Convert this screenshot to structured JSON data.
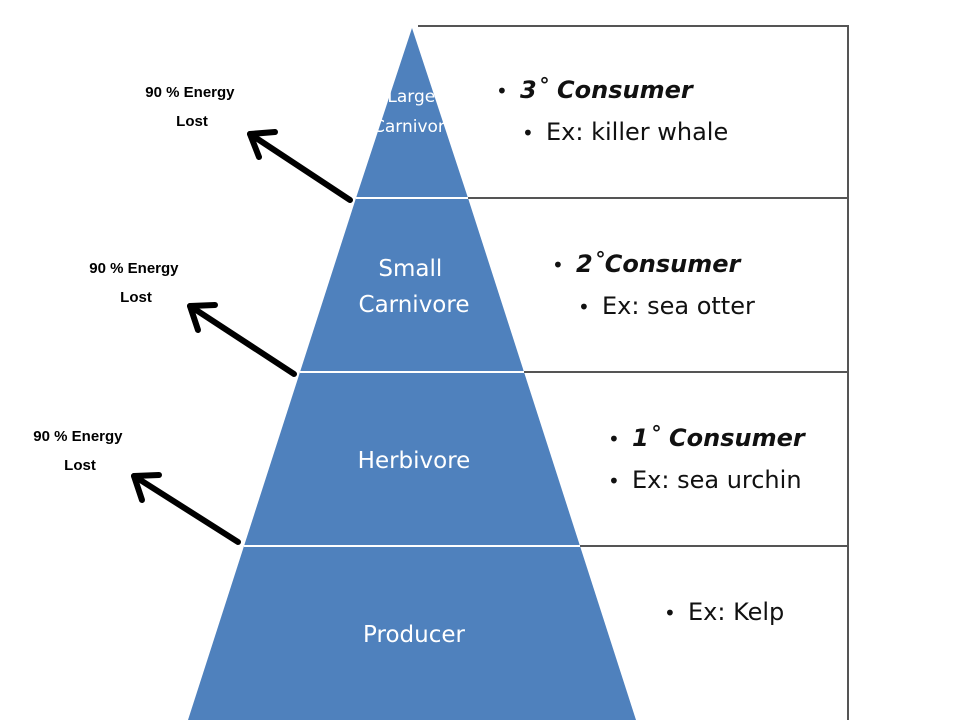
{
  "colors": {
    "tier_fill": "#4f81bd",
    "tier_divider": "#ffffff",
    "box_border": "#555555",
    "arrow": "#000000",
    "label_text": "#ffffff",
    "body_text": "#111111"
  },
  "levels": [
    {
      "label_lines": [
        "Large",
        "Carnivore"
      ],
      "bullets": [
        {
          "text": "3˚ Consumer",
          "style": "bold-italic"
        },
        {
          "text": "Ex: killer whale",
          "style": "normal"
        }
      ]
    },
    {
      "label_lines": [
        "Small",
        "Carnivore"
      ],
      "bullets": [
        {
          "text": "2˚Consumer",
          "style": "bold-italic"
        },
        {
          "text": "Ex: sea otter",
          "style": "normal"
        }
      ]
    },
    {
      "label_lines": [
        "Herbivore"
      ],
      "bullets": [
        {
          "text": "1˚  Consumer",
          "style": "bold-italic"
        },
        {
          "text": "Ex: sea urchin",
          "style": "normal"
        }
      ]
    },
    {
      "label_lines": [
        "Producer"
      ],
      "bullets": [
        {
          "text": "Ex: Kelp",
          "style": "normal"
        }
      ]
    }
  ],
  "energy_loss": [
    {
      "lines": [
        "90 % Energy",
        "Lost"
      ]
    },
    {
      "lines": [
        "90 % Energy",
        "Lost"
      ]
    },
    {
      "lines": [
        "90 % Energy",
        "Lost"
      ]
    }
  ],
  "bullet_char": "•"
}
